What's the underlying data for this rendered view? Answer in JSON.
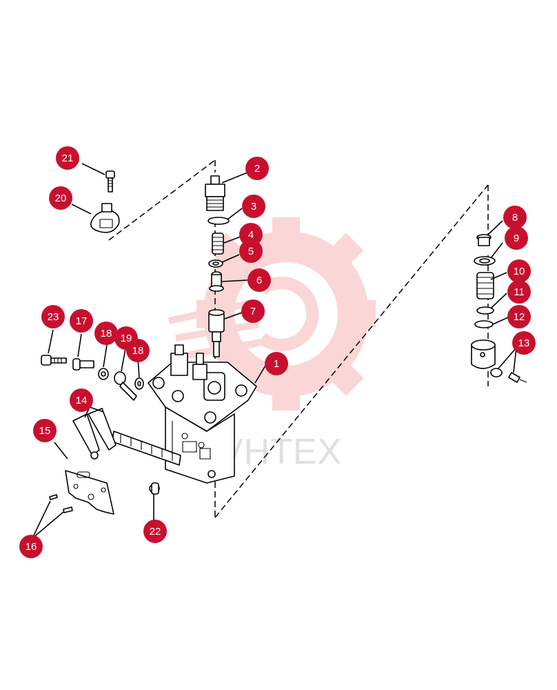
{
  "watermark": {
    "text": "VHTEX",
    "gear_color": "#f4a6a6"
  },
  "colors": {
    "callout": "#c8102e",
    "callout_text": "#ffffff",
    "line": "#000000"
  },
  "callouts": [
    {
      "id": "1",
      "label": "1"
    },
    {
      "id": "2",
      "label": "2"
    },
    {
      "id": "3",
      "label": "3"
    },
    {
      "id": "4",
      "label": "4"
    },
    {
      "id": "5",
      "label": "5"
    },
    {
      "id": "6",
      "label": "6"
    },
    {
      "id": "7",
      "label": "7"
    },
    {
      "id": "8",
      "label": "8"
    },
    {
      "id": "9",
      "label": "9"
    },
    {
      "id": "10",
      "label": "10"
    },
    {
      "id": "11",
      "label": "11"
    },
    {
      "id": "12",
      "label": "12"
    },
    {
      "id": "13",
      "label": "13"
    },
    {
      "id": "14",
      "label": "14"
    },
    {
      "id": "15",
      "label": "15"
    },
    {
      "id": "16",
      "label": "16"
    },
    {
      "id": "17",
      "label": "17"
    },
    {
      "id": "18a",
      "label": "18"
    },
    {
      "id": "19",
      "label": "19"
    },
    {
      "id": "18b",
      "label": "18"
    },
    {
      "id": "20",
      "label": "20"
    },
    {
      "id": "21",
      "label": "21"
    },
    {
      "id": "22",
      "label": "22"
    },
    {
      "id": "23",
      "label": "23"
    }
  ]
}
